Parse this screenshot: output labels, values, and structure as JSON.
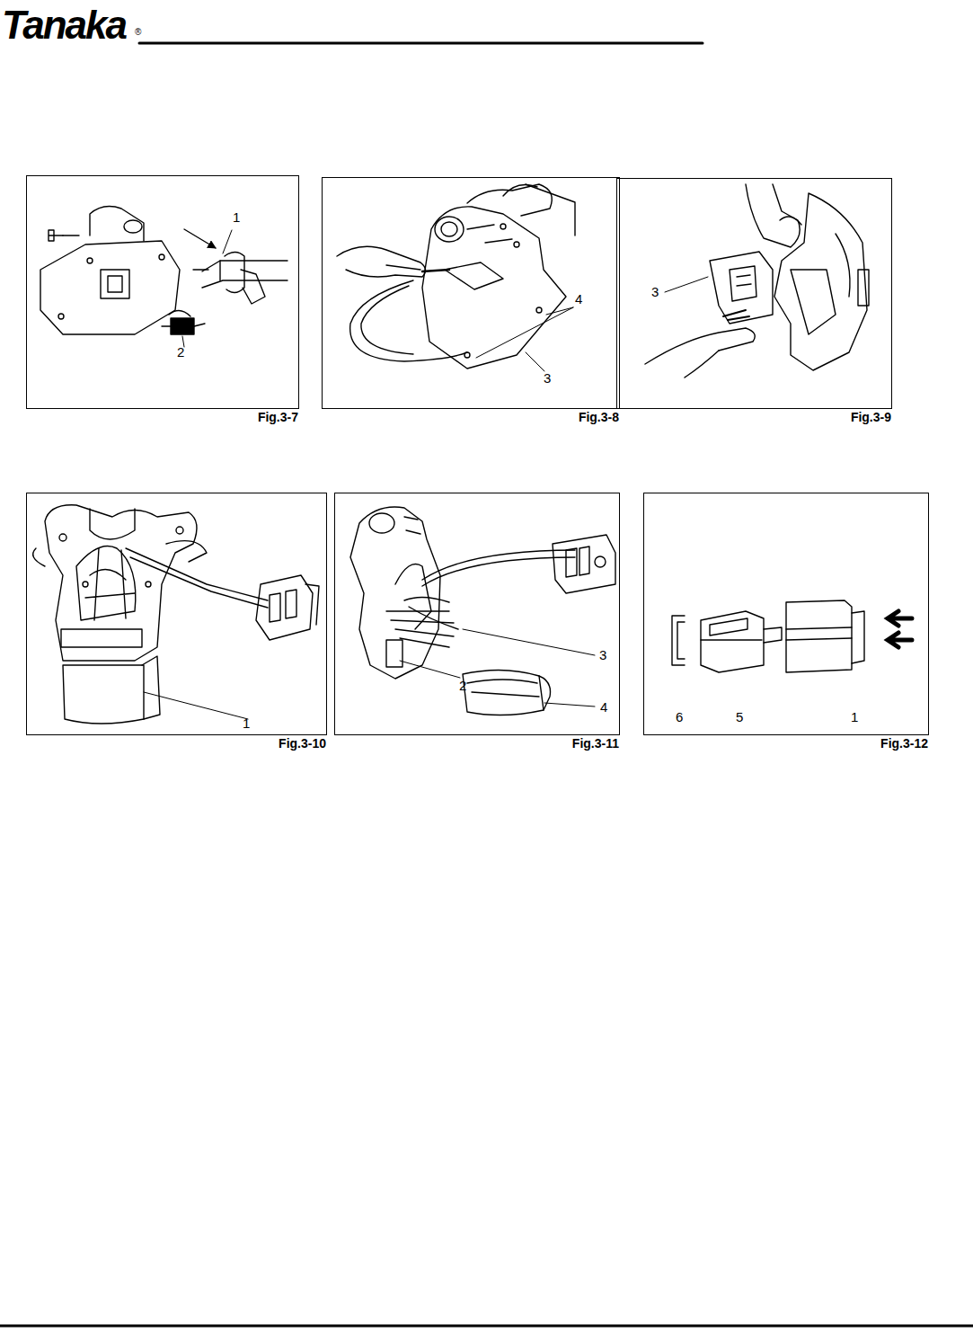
{
  "diagram": {
    "title": "Tanaka",
    "nodes": [
      {
        "text": [
          "Fig.3-7"
        ]
      },
      {
        "text": [
          "Fig.3-8"
        ]
      },
      {
        "text": [
          "Fig.3-9"
        ]
      },
      {
        "text": [
          "Fig.3-10"
        ]
      },
      {
        "text": [
          "Fig.3-11"
        ]
      },
      {
        "text": [
          "Fig.3-12"
        ]
      }
    ],
    "labels": [
      "®",
      "1",
      "2",
      "4",
      "3",
      "3",
      "1",
      "3",
      "2",
      "4",
      "6",
      "5",
      "1"
    ]
  }
}
